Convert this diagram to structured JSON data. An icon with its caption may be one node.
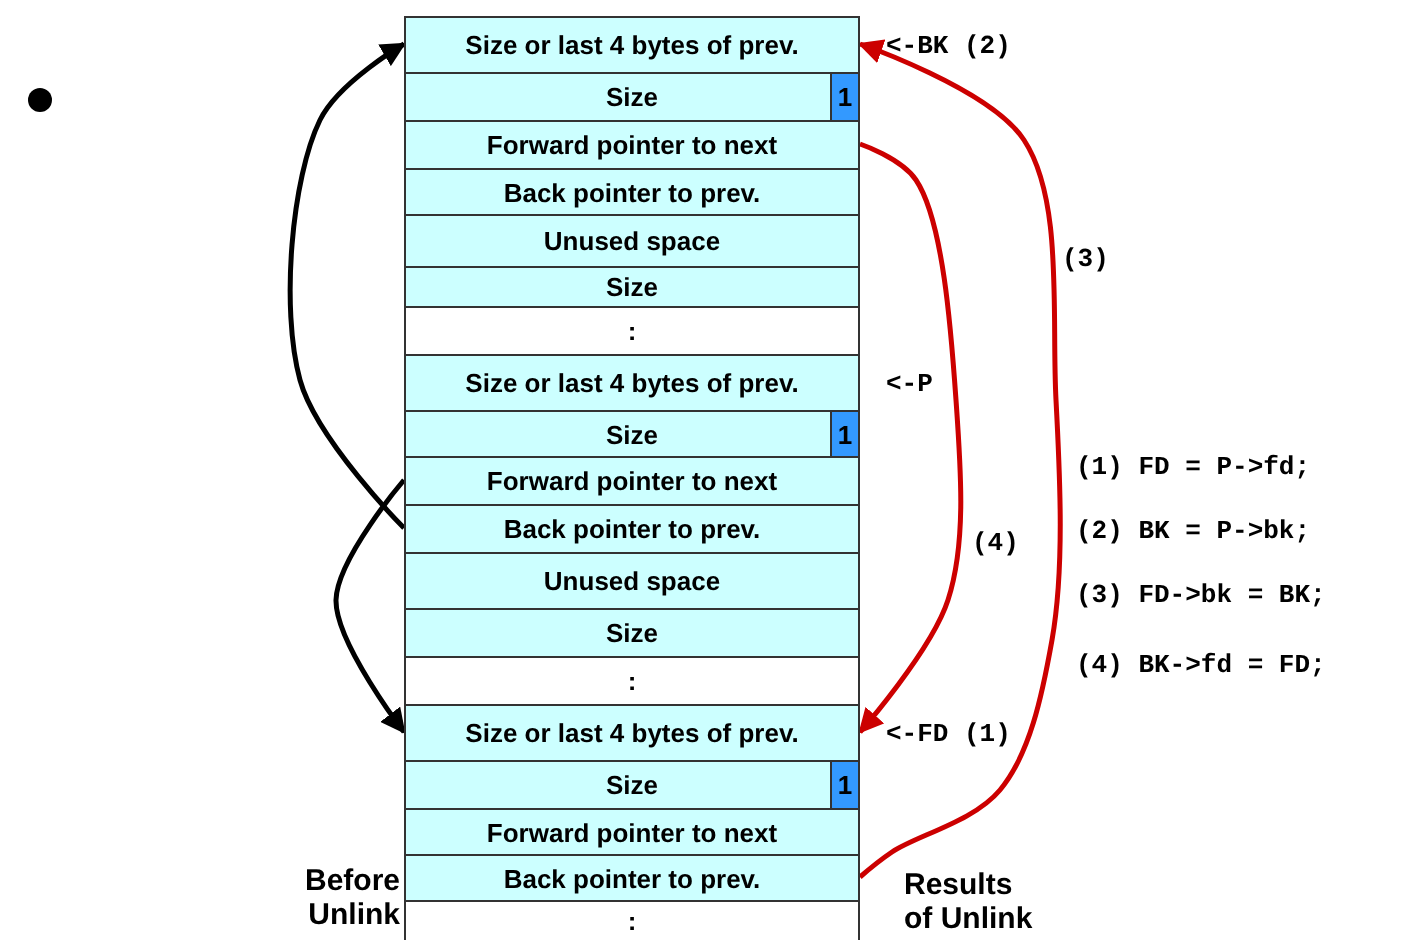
{
  "diagram": {
    "nodes": [
      {
        "text": [
          "Size or last 4 bytes of prev."
        ],
        "beside": [
          "<-BK (2)"
        ]
      },
      {
        "text": [
          "Size"
        ]
      },
      {
        "text": [
          "1"
        ],
        "in": 1
      },
      {
        "text": [
          "Forward pointer to next"
        ]
      },
      {
        "text": [
          "Back pointer to prev."
        ]
      },
      {
        "text": [
          "Unused space"
        ]
      },
      {
        "text": [
          "Size"
        ]
      },
      {
        "text": [
          ":"
        ]
      },
      {
        "text": [
          "Size or last 4 bytes of prev."
        ],
        "beside": [
          "<-P"
        ]
      },
      {
        "text": [
          "Size"
        ]
      },
      {
        "text": [
          "1"
        ],
        "in": 9
      },
      {
        "text": [
          "Forward pointer to next"
        ]
      },
      {
        "text": [
          "Back pointer to prev."
        ]
      },
      {
        "text": [
          "Unused space"
        ]
      },
      {
        "text": [
          "Size"
        ]
      },
      {
        "text": [
          ":"
        ]
      },
      {
        "text": [
          "Size or last 4 bytes of prev."
        ],
        "beside": [
          "<-FD (1)"
        ]
      },
      {
        "text": [
          "Size"
        ]
      },
      {
        "text": [
          "1"
        ],
        "in": 17
      },
      {
        "text": [
          "Forward pointer to next"
        ]
      },
      {
        "text": [
          "Back pointer to prev."
        ]
      },
      {
        "text": [
          ":"
        ]
      }
    ],
    "edges": [
      {
        "from": 12,
        "to": 0,
        "arrow": "to"
      },
      {
        "from": 11,
        "to": 16,
        "arrow": "to"
      },
      {
        "from": 20,
        "to": 0,
        "arrow": "to",
        "label": "(3)",
        "color": "#cc0000"
      },
      {
        "from": 3,
        "to": 16,
        "arrow": "to",
        "label": "(4)",
        "color": "#cc0000"
      }
    ],
    "labels": [
      "(1) FD = P->fd;",
      "(2) BK = P->bk;",
      "(3) FD->bk = BK;",
      "(4) BK->fd = FD;",
      "Before Unlink",
      "Results of Unlink"
    ]
  }
}
